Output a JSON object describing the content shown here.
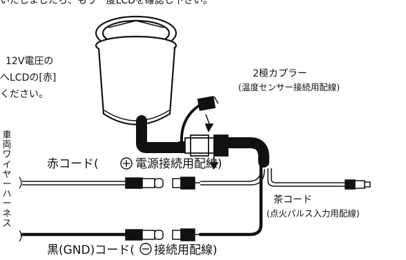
{
  "top_caption": "いたしましたら、もう一度LCDを確認し下さい。",
  "side_note": [
    "12V電圧の",
    "へLCDの[赤]",
    "ください。"
  ],
  "coupler": {
    "title": "2極カプラー",
    "desc": "(温度センサー接続用配線)"
  },
  "red_cord": {
    "prefix": "赤コード(",
    "symbol": "+",
    "suffix": "電源接続用配線)"
  },
  "brown_cord": {
    "title": "茶コード",
    "desc": "(点火パルス入力用配線)"
  },
  "black_cord": {
    "prefix": "黒(GND)コード(",
    "symbol": "−",
    "suffix": "接続用配線)"
  },
  "harness_label": [
    "車",
    "両",
    "ワ",
    "イ",
    "ヤ",
    "ー",
    "ハ",
    "ー",
    "ネ",
    "ス"
  ],
  "colors": {
    "ink": "#111111",
    "paper": "#ffffff"
  }
}
